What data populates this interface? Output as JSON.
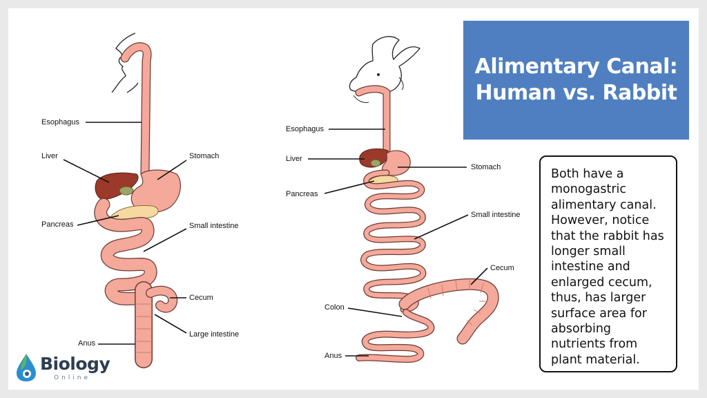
{
  "title": {
    "line1": "Alimentary Canal:",
    "line2": "Human vs. Rabbit"
  },
  "note": "Both have a monogastric alimentary canal. However, notice that the rabbit has longer small intestine and enlarged cecum, thus, has larger surface area for absorbing nutrients from plant material.",
  "human_labels": {
    "esophagus": "Esophagus",
    "liver": "Liver",
    "stomach": "Stomach",
    "pancreas": "Pancreas",
    "small_intestine": "Small intestine",
    "cecum": "Cecum",
    "large_intestine": "Large intestine",
    "anus": "Anus"
  },
  "rabbit_labels": {
    "esophagus": "Esophagus",
    "liver": "Liver",
    "stomach": "Stomach",
    "pancreas": "Pancreas",
    "small_intestine": "Small intestine",
    "cecum": "Cecum",
    "colon": "Colon",
    "anus": "Anus"
  },
  "logo": {
    "word": "Biology",
    "sub": "Online"
  },
  "colors": {
    "tract": "#f4a99a",
    "tract_outline": "#6b3a34",
    "liver": "#9b3a2a",
    "pancreas": "#f6d9a0",
    "title_bg": "#4f7fc0",
    "logo_blue": "#2a8fd0",
    "logo_green": "#5bb65a"
  }
}
